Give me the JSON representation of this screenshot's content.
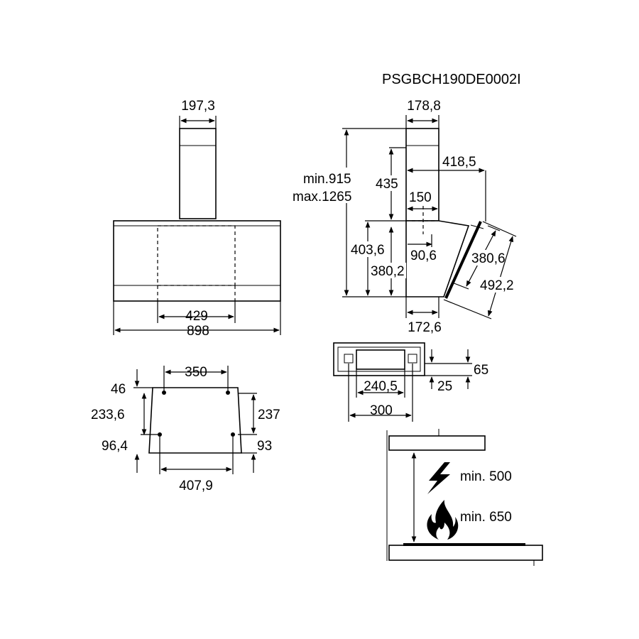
{
  "code": "PSGBCH190DE0002I",
  "front": {
    "chimney_width": "197,3",
    "inner_width": "429",
    "total_width": "898"
  },
  "side": {
    "chimney_depth": "178,8",
    "height_min": "min.915",
    "height_max": "max.1265",
    "chimney_height": "435",
    "depth_offset": "418,5",
    "offset_150": "150",
    "body_height": "403,6",
    "wall_height": "380,2",
    "offset_90": "90,6",
    "panel_inner": "380,6",
    "panel_outer": "492,2",
    "bottom_depth": "172,6"
  },
  "mount": {
    "top_spacing": "350",
    "top_offset": "46",
    "left_height": "233,6",
    "right_height": "237",
    "left_bottom": "96,4",
    "right_bottom": "93",
    "bottom_spacing": "407,9"
  },
  "bracket": {
    "offset_65": "65",
    "offset_25": "25",
    "inner_width": "240,5",
    "outer_width": "300"
  },
  "install": {
    "electric_min": "min. 500",
    "gas_min": "min. 650"
  }
}
